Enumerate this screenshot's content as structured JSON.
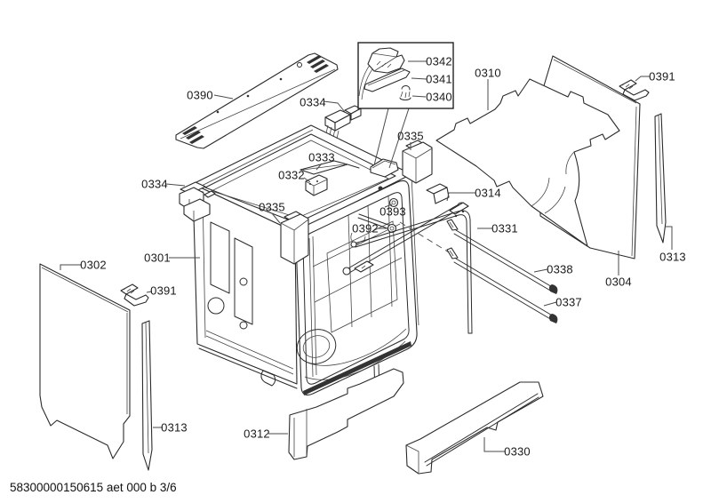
{
  "page": {
    "footer": "58300000150615 aet 000 b 3/6",
    "colors": {
      "background": "#ffffff",
      "line": "#2b2b2b",
      "label": "#1a1a1a"
    }
  },
  "labels": [
    {
      "part": "0390",
      "text": "0390"
    },
    {
      "part": "0334",
      "text": "0334"
    },
    {
      "part": "0342",
      "text": "0342"
    },
    {
      "part": "0341",
      "text": "0341"
    },
    {
      "part": "0340",
      "text": "0340"
    },
    {
      "part": "0310",
      "text": "0310"
    },
    {
      "part": "0391",
      "text": "0391"
    },
    {
      "part": "0334",
      "text": "0334"
    },
    {
      "part": "0333",
      "text": "0333"
    },
    {
      "part": "0332",
      "text": "0332"
    },
    {
      "part": "0335",
      "text": "0335"
    },
    {
      "part": "0335",
      "text": "0335"
    },
    {
      "part": "0314",
      "text": "0314"
    },
    {
      "part": "0393",
      "text": "0393"
    },
    {
      "part": "0392",
      "text": "0392"
    },
    {
      "part": "0331",
      "text": "0331"
    },
    {
      "part": "0338",
      "text": "0338"
    },
    {
      "part": "0337",
      "text": "0337"
    },
    {
      "part": "0304",
      "text": "0304"
    },
    {
      "part": "0313",
      "text": "0313"
    },
    {
      "part": "0302",
      "text": "0302"
    },
    {
      "part": "0301",
      "text": "0301"
    },
    {
      "part": "0391",
      "text": "0391"
    },
    {
      "part": "0313",
      "text": "0313"
    },
    {
      "part": "0312",
      "text": "0312"
    },
    {
      "part": "0330",
      "text": "0330"
    }
  ]
}
